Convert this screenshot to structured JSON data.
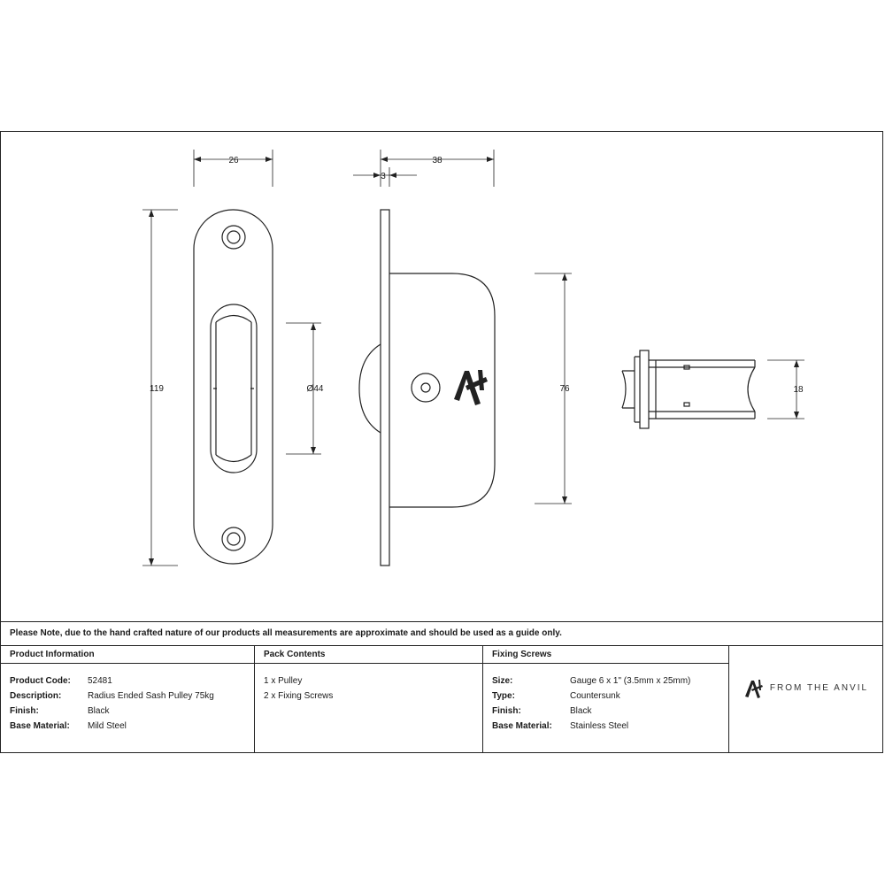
{
  "dimensions": {
    "front_width": "26",
    "height": "119",
    "wheel_diameter": "Ø44",
    "side_depth": "38",
    "faceplate_thickness": "3",
    "case_height": "76",
    "edge_width": "18"
  },
  "note": "Please Note, due to the hand crafted nature of our products all measurements are approximate and should be used as a guide only.",
  "product_info": {
    "heading": "Product Information",
    "rows": [
      {
        "key": "Product Code:",
        "value": "52481"
      },
      {
        "key": "Description:",
        "value": "Radius Ended Sash Pulley 75kg"
      },
      {
        "key": "Finish:",
        "value": "Black"
      },
      {
        "key": "Base Material:",
        "value": "Mild Steel"
      }
    ]
  },
  "pack_contents": {
    "heading": "Pack Contents",
    "items": [
      "1 x Pulley",
      "2 x Fixing Screws"
    ]
  },
  "fixing_screws": {
    "heading": "Fixing Screws",
    "rows": [
      {
        "key": "Size:",
        "value": "Gauge 6 x 1\" (3.5mm x 25mm)"
      },
      {
        "key": "Type:",
        "value": "Countersunk"
      },
      {
        "key": "Finish:",
        "value": "Black"
      },
      {
        "key": "Base Material:",
        "value": "Stainless Steel"
      }
    ]
  },
  "brand": {
    "name": "FROM THE ANVIL",
    "logo_icon": "anvil-a-logo-icon"
  }
}
